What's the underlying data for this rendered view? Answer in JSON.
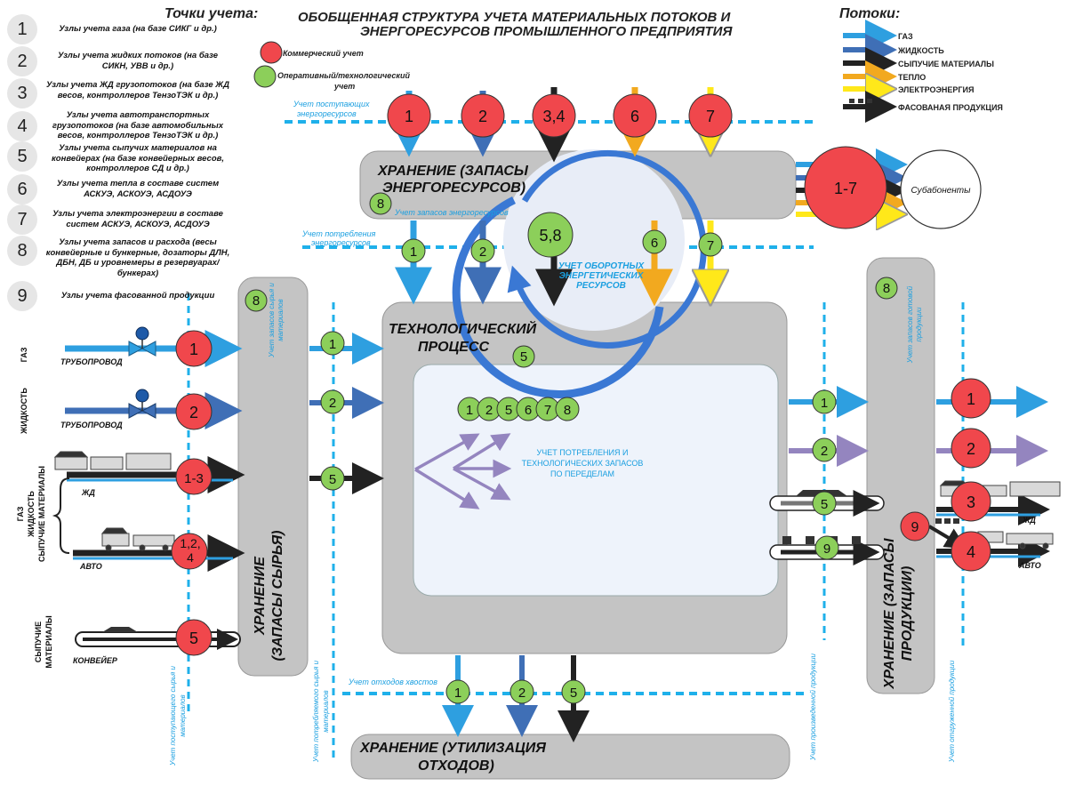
{
  "title": {
    "line1": "ОБОБЩЕННАЯ СТРУКТУРА УЧЕТА МАТЕРИАЛЬНЫХ ПОТОКОВ  И",
    "line2": "ЭНЕРГОРЕСУРСОВ ПРОМЫШЛЕННОГО ПРЕДПРИЯТИЯ"
  },
  "points_header": "Точки учета:",
  "flows_header": "Потоки:",
  "points": [
    {
      "num": "1",
      "text": "Узлы учета газа (на базе СИКГ и др.)"
    },
    {
      "num": "2",
      "text": "Узлы учета жидких потоков  (на базе СИКН, УВВ и др.)"
    },
    {
      "num": "3",
      "text": "Узлы учета ЖД грузопотоков  (на базе ЖД весов, контроллеров ТензоТЭК и др.)"
    },
    {
      "num": "4",
      "text": "Узлы учета автотранспортных грузопотоков  (на базе автомобильных весов, контроллеров ТензоТЭК и др.)"
    },
    {
      "num": "5",
      "text": "Узлы учета сыпучих материалов на конвейерах (на базе конвейерных весов, контроллеров СД и  др.)"
    },
    {
      "num": "6",
      "text": "Узлы учета тепла в составе систем АСКУЭ, АСКОУЭ, АСДОУЭ"
    },
    {
      "num": "7",
      "text": "Узлы учета электроэнергии в составе систем АСКУЭ, АСКОУЭ, АСДОУЭ"
    },
    {
      "num": "8",
      "text": "Узлы учета запасов и расхода (весы конвейерные и бункерные, дозаторы ДЛН, ДБН, ДБ и уровнемеры в резервуарах/бункерах)"
    },
    {
      "num": "9",
      "text": "Узлы учета фасованной продукции"
    }
  ],
  "accounting_types": {
    "commercial": "Коммерческий учет",
    "operational_1": "Оперативный/технологический",
    "operational_2": "учет"
  },
  "flows": [
    {
      "label": "ГАЗ",
      "color": "#2e9fe0"
    },
    {
      "label": "ЖИДКОСТЬ",
      "color": "#3f6fb6"
    },
    {
      "label": "СЫПУЧИЕ МАТЕРИАЛЫ",
      "color": "#222222"
    },
    {
      "label": "ТЕПЛО",
      "color": "#f2a91f"
    },
    {
      "label": "ЭЛЕКТРОЭНЕРГИЯ",
      "color": "#ffe81a"
    },
    {
      "label": "ФАСОВАНАЯ ПРОДУКЦИЯ",
      "color": "#222222"
    }
  ],
  "colors": {
    "commercial": "#f0474c",
    "operational": "#8ccf5a",
    "dash": "#1fb0ea",
    "box": "#c4c4c4",
    "inner": "#eef3fb",
    "ring": "#3a78d4",
    "purple": "#9485bf"
  },
  "energy_storage": {
    "title1": "ХРАНЕНИЕ (ЗАПАСЫ",
    "title2": "ЭНЕРГОРЕСУРСОВ)",
    "stock_label": "Учет запасов энергоресурсов",
    "incoming_label1": "Учет поступающих",
    "incoming_label2": "энергоресурсов",
    "consumption_label1": "Учет потребления",
    "consumption_label2": "энергоресурсов"
  },
  "working_capital": {
    "line1": "УЧЕТ  ОБОРОТНЫХ",
    "line2": "ЭНЕРГЕТИЧЕСКИХ",
    "line3": "РЕСУРСОВ"
  },
  "subscribers": "Субабоненты",
  "tech_process": {
    "title1": "ТЕХНОЛОГИЧЕСКИЙ",
    "title2": "ПРОЦЕСС"
  },
  "inner_box": {
    "line1": "УЧЕТ ПОТРЕБЛЕНИЯ И",
    "line2": "ТЕХНОЛОГИЧЕСКИХ ЗАПАСОВ",
    "line3": "ПО ПЕРЕДЕЛАМ"
  },
  "raw_storage": {
    "title1": "ХРАНЕНИЕ",
    "title2": "(ЗАПАСЫ СЫРЬЯ)",
    "stock1": "Учет запасов сырья и",
    "stock2": "материалов"
  },
  "product_storage": {
    "title1": "ХРАНЕНИЕ (ЗАПАСЫ",
    "title2": "ПРОДУКЦИИ)",
    "stock1": "Учет запасов готовой",
    "stock2": "продукции"
  },
  "waste_storage": {
    "title1": "ХРАНЕНИЕ (УТИЛИЗАЦИЯ",
    "title2": "ОТХОДОВ)",
    "label": "Учет отходов хвостов"
  },
  "inputs": {
    "gas": "ГАЗ",
    "liquid": "ЖИДКОСТЬ",
    "mixed1": "ГАЗ",
    "mixed2": "ЖИДКОСТЬ",
    "mixed3": "СЫПУЧИЕ МАТЕРИАЛЫ",
    "bulk1": "СЫПУЧИЕ",
    "bulk2": "МАТЕРИАЛЫ",
    "pipeline": "ТРУБОПРОВОД",
    "rail": "ЖД",
    "auto": "АВТО",
    "conveyor": "КОНВЕЙЕР"
  },
  "vertical_labels": {
    "incoming_raw1": "Учет поступающего сырья и",
    "incoming_raw2": "материалов",
    "consumed_raw1": "Учет потребляемого сырья и",
    "consumed_raw2": "материалов",
    "produced": "Учет произведенной продукции",
    "shipped": "Учет отгруженной продукции"
  },
  "outputs": {
    "rail": "ЖД",
    "auto": "АВТО"
  },
  "nodes": {
    "c1": "1",
    "c2": "2",
    "c34": "3,4",
    "c6": "6",
    "c7": "7",
    "c17": "1-7",
    "c58": "5,8",
    "g8e": "8",
    "g1e": "1",
    "g2e": "2",
    "g6e": "6",
    "g7e": "7",
    "g5tp": "5",
    "in_row": [
      "1",
      "2",
      "5",
      "6",
      "7",
      "8"
    ],
    "l1": "1",
    "l2": "2",
    "l13": "1-3",
    "l124a": "1,2,",
    "l124b": "4",
    "l5": "5",
    "g8raw": "8",
    "gr1": "1",
    "gr2": "2",
    "gr5": "5",
    "go1": "1",
    "go2": "2",
    "go5": "5",
    "go9": "9",
    "g8prod": "8",
    "ro1": "1",
    "ro2": "2",
    "ro3": "3",
    "ro9": "9",
    "ro4": "4",
    "gw1": "1",
    "gw2": "2",
    "gw5": "5"
  }
}
